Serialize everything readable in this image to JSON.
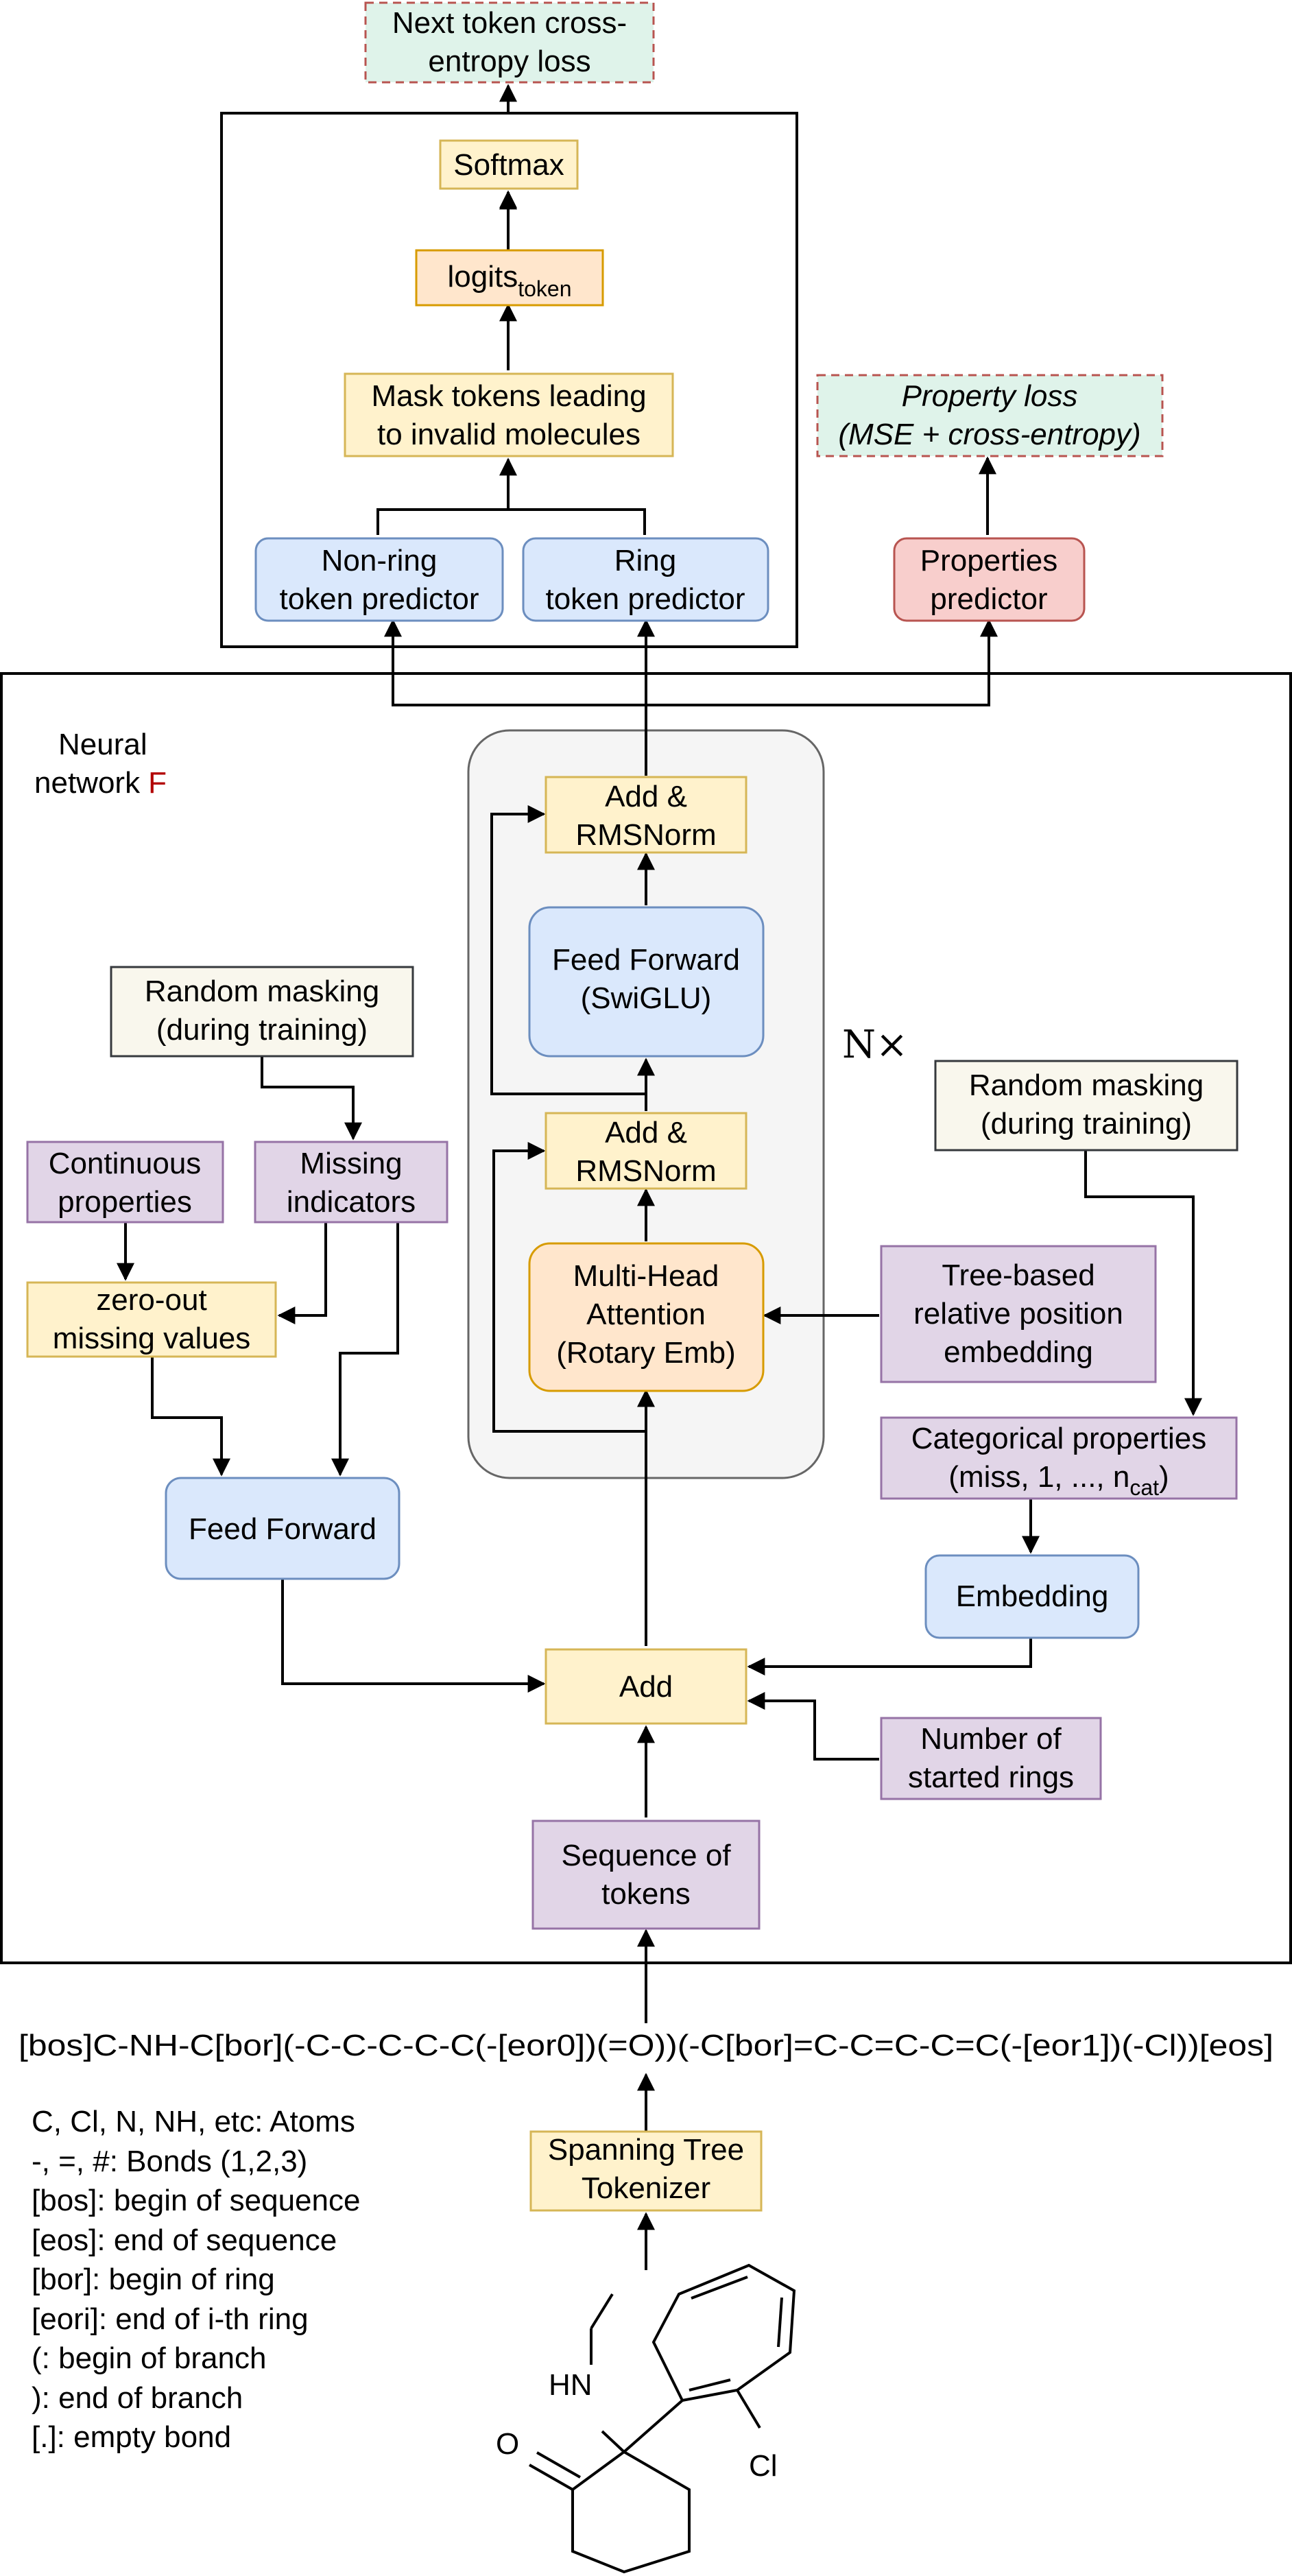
{
  "colors": {
    "yellow_fill": "#fff2cc",
    "yellow_stroke": "#d6b656",
    "orange_fill": "#ffe6cc",
    "orange_stroke": "#d79b00",
    "blue_fill": "#dae8fc",
    "blue_stroke": "#6c8ebf",
    "purple_fill": "#e1d5e7",
    "purple_stroke": "#9673a6",
    "red_fill": "#f8cecc",
    "red_stroke": "#b85450",
    "green_fill": "#dff3ea",
    "dashed_red": "#b85450",
    "cream_fill": "#f9f7ed",
    "gray_fill": "#f5f5f5",
    "accent_red": "#b20000"
  },
  "top": {
    "loss_line1": "Next token cross-",
    "loss_line2": "entropy loss",
    "softmax": "Softmax",
    "logits": "logits",
    "logits_sub": "token",
    "mask_line1": "Mask tokens leading",
    "mask_line2": "to invalid molecules",
    "nonring_line1": "Non-ring",
    "nonring_line2": "token predictor",
    "ring_line1": "Ring",
    "ring_line2": "token predictor",
    "prop_loss_line1": "Property loss",
    "prop_loss_line2": "(MSE + cross-entropy)",
    "prop_pred_line1": "Properties",
    "prop_pred_line2": "predictor"
  },
  "network": {
    "label_line1": "Neural",
    "label_line2": "network",
    "label_f": "F",
    "addnorm_top_line1": "Add &",
    "addnorm_top_line2": "RMSNorm",
    "ff_line1": "Feed Forward",
    "ff_line2": "(SwiGLU)",
    "n_times": "N×",
    "addnorm_bot_line1": "Add &",
    "addnorm_bot_line2": "RMSNorm",
    "mha_line1": "Multi-Head",
    "mha_line2": "Attention",
    "mha_line3": "(Rotary Emb)",
    "rand_mask_left_line1": "Random masking",
    "rand_mask_left_line2": "(during training)",
    "continuous_line1": "Continuous",
    "continuous_line2": "properties",
    "missing_line1": "Missing",
    "missing_line2": "indicators",
    "zero_out_line1": "zero-out",
    "zero_out_line2": "missing values",
    "feed_forward": "Feed Forward",
    "tree_line1": "Tree-based",
    "tree_line2": "relative position",
    "tree_line3": "embedding",
    "rand_mask_right_line1": "Random masking",
    "rand_mask_right_line2": "(during training)",
    "cat_line1": "Categorical properties",
    "cat_line2": "(miss, 1, ..., n",
    "cat_sub": "cat",
    "cat_close": ")",
    "embedding": "Embedding",
    "add": "Add",
    "rings_line1": "Number of",
    "rings_line2": "started rings",
    "seq_line1": "Sequence of",
    "seq_line2": "tokens"
  },
  "bottom": {
    "token_string": "[bos]C-NH-C[bor](-C-C-C-C-C(-[eor0])(=O))(-C[bor]=C-C=C-C=C(-[eor1])(-Cl))[eos]",
    "tokenizer_line1": "Spanning Tree",
    "tokenizer_line2": "Tokenizer",
    "legend": [
      "C, Cl, N, NH, etc: Atoms",
      "-, =, #: Bonds (1,2,3)",
      "[bos]: begin of sequence",
      "[eos]: end of sequence",
      "[bor]: begin of ring",
      "[eori]: end of i-th ring",
      "(: begin of branch",
      "): end of branch",
      "[.]: empty bond"
    ],
    "molecule": {
      "hn": "HN",
      "o": "O",
      "cl": "Cl"
    }
  }
}
